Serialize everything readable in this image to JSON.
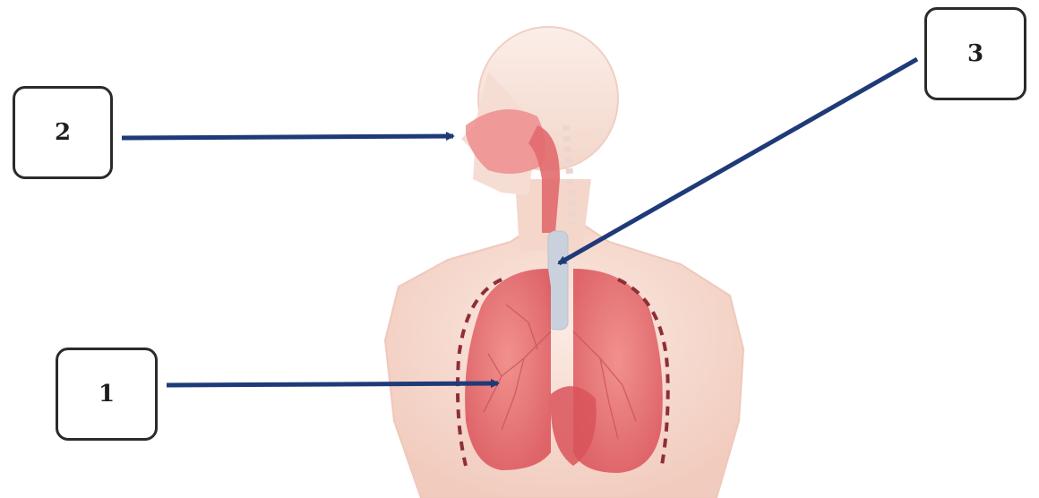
{
  "labels": {
    "box_1": "1",
    "box_2": "2",
    "box_3": "3"
  },
  "colors": {
    "skin": "#f6dcd2",
    "skin_outline": "#efc8bb",
    "organ": "#e8646a",
    "organ_light": "#f3a7a5",
    "trachea": "#c9d2dc",
    "arrow": "#1f3a78",
    "box_border": "#2b2b2b"
  },
  "icons": {
    "figure": "respiratory-system-illustration",
    "arrow": "pointer-arrow"
  }
}
